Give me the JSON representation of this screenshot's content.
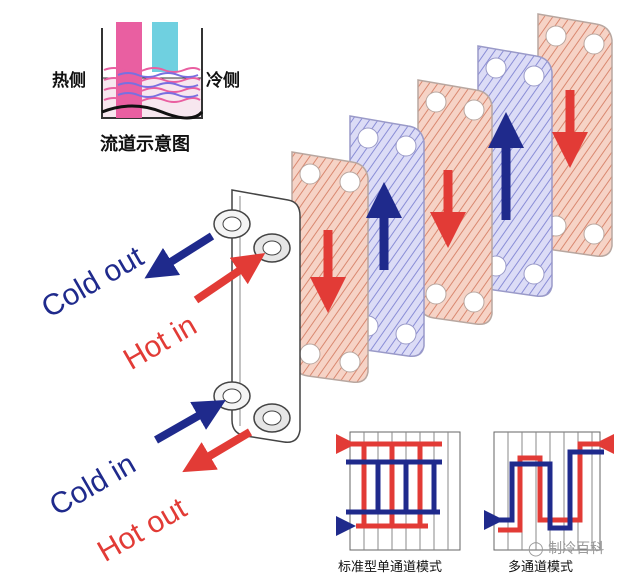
{
  "inset": {
    "hot_side": "热侧",
    "cold_side": "冷侧",
    "caption": "流道示意图"
  },
  "labels": {
    "cold_out": "Cold out",
    "hot_in": "Hot in",
    "cold_in": "Cold in",
    "hot_out": "Hot out"
  },
  "modes": {
    "single_pass": "标准型单通道模式",
    "multi_pass": "多通道模式"
  },
  "watermark": "制冷百科",
  "colors": {
    "hot": "#e23b36",
    "hot_plate": "#f3c4b4",
    "cold": "#1f2a8c",
    "cold_plate": "#c7c8ee",
    "outline": "#555555"
  }
}
